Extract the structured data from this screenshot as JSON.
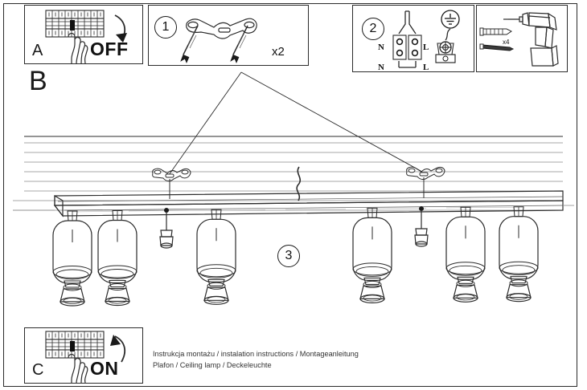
{
  "document": {
    "type": "assembly-instruction-sheet",
    "footer_line1": "Instrukcja montażu / instalation instructions / Montageanleitung",
    "footer_line2": "Plafon / Ceiling lamp / Deckeleuchte"
  },
  "panels": {
    "a": {
      "letter": "A",
      "action_label": "OFF",
      "icon": "circuit-breaker-panel-with-hand-icon",
      "description": "Switch the circuit breaker OFF"
    },
    "b": {
      "letter": "B",
      "description": "Main assembly view of ceiling lamp"
    },
    "c": {
      "letter": "C",
      "action_label": "ON",
      "icon": "circuit-breaker-panel-with-hand-icon",
      "description": "Switch the circuit breaker ON"
    },
    "step1": {
      "number": "1",
      "quantity_label": "x2",
      "icon": "mounting-bracket-with-screws-icon",
      "description": "Mount two brackets to the ceiling"
    },
    "step2": {
      "number": "2",
      "terminal_labels": [
        "N",
        "L",
        "N",
        "L"
      ],
      "earth_icon": "earth-ground-symbol-icon",
      "connector_icon": "terminal-block-icon",
      "description": "Connect wires to terminal block"
    },
    "step3": {
      "number": "3",
      "description": "Finished ceiling lamp on bar"
    },
    "tools": {
      "icon": "power-drill-icon",
      "wall_plug_icon": "wall-plug-icon",
      "screw_icon": "screw-icon",
      "quantity_label": "x4"
    }
  },
  "lamp": {
    "spot_count": 6,
    "pendant_count": 2,
    "bracket_count": 2,
    "bar_label": "ceiling-bar"
  },
  "colors": {
    "line": "#2b2b2b",
    "hatch": "#8a8a8a",
    "background": "#ffffff",
    "text": "#111111"
  }
}
